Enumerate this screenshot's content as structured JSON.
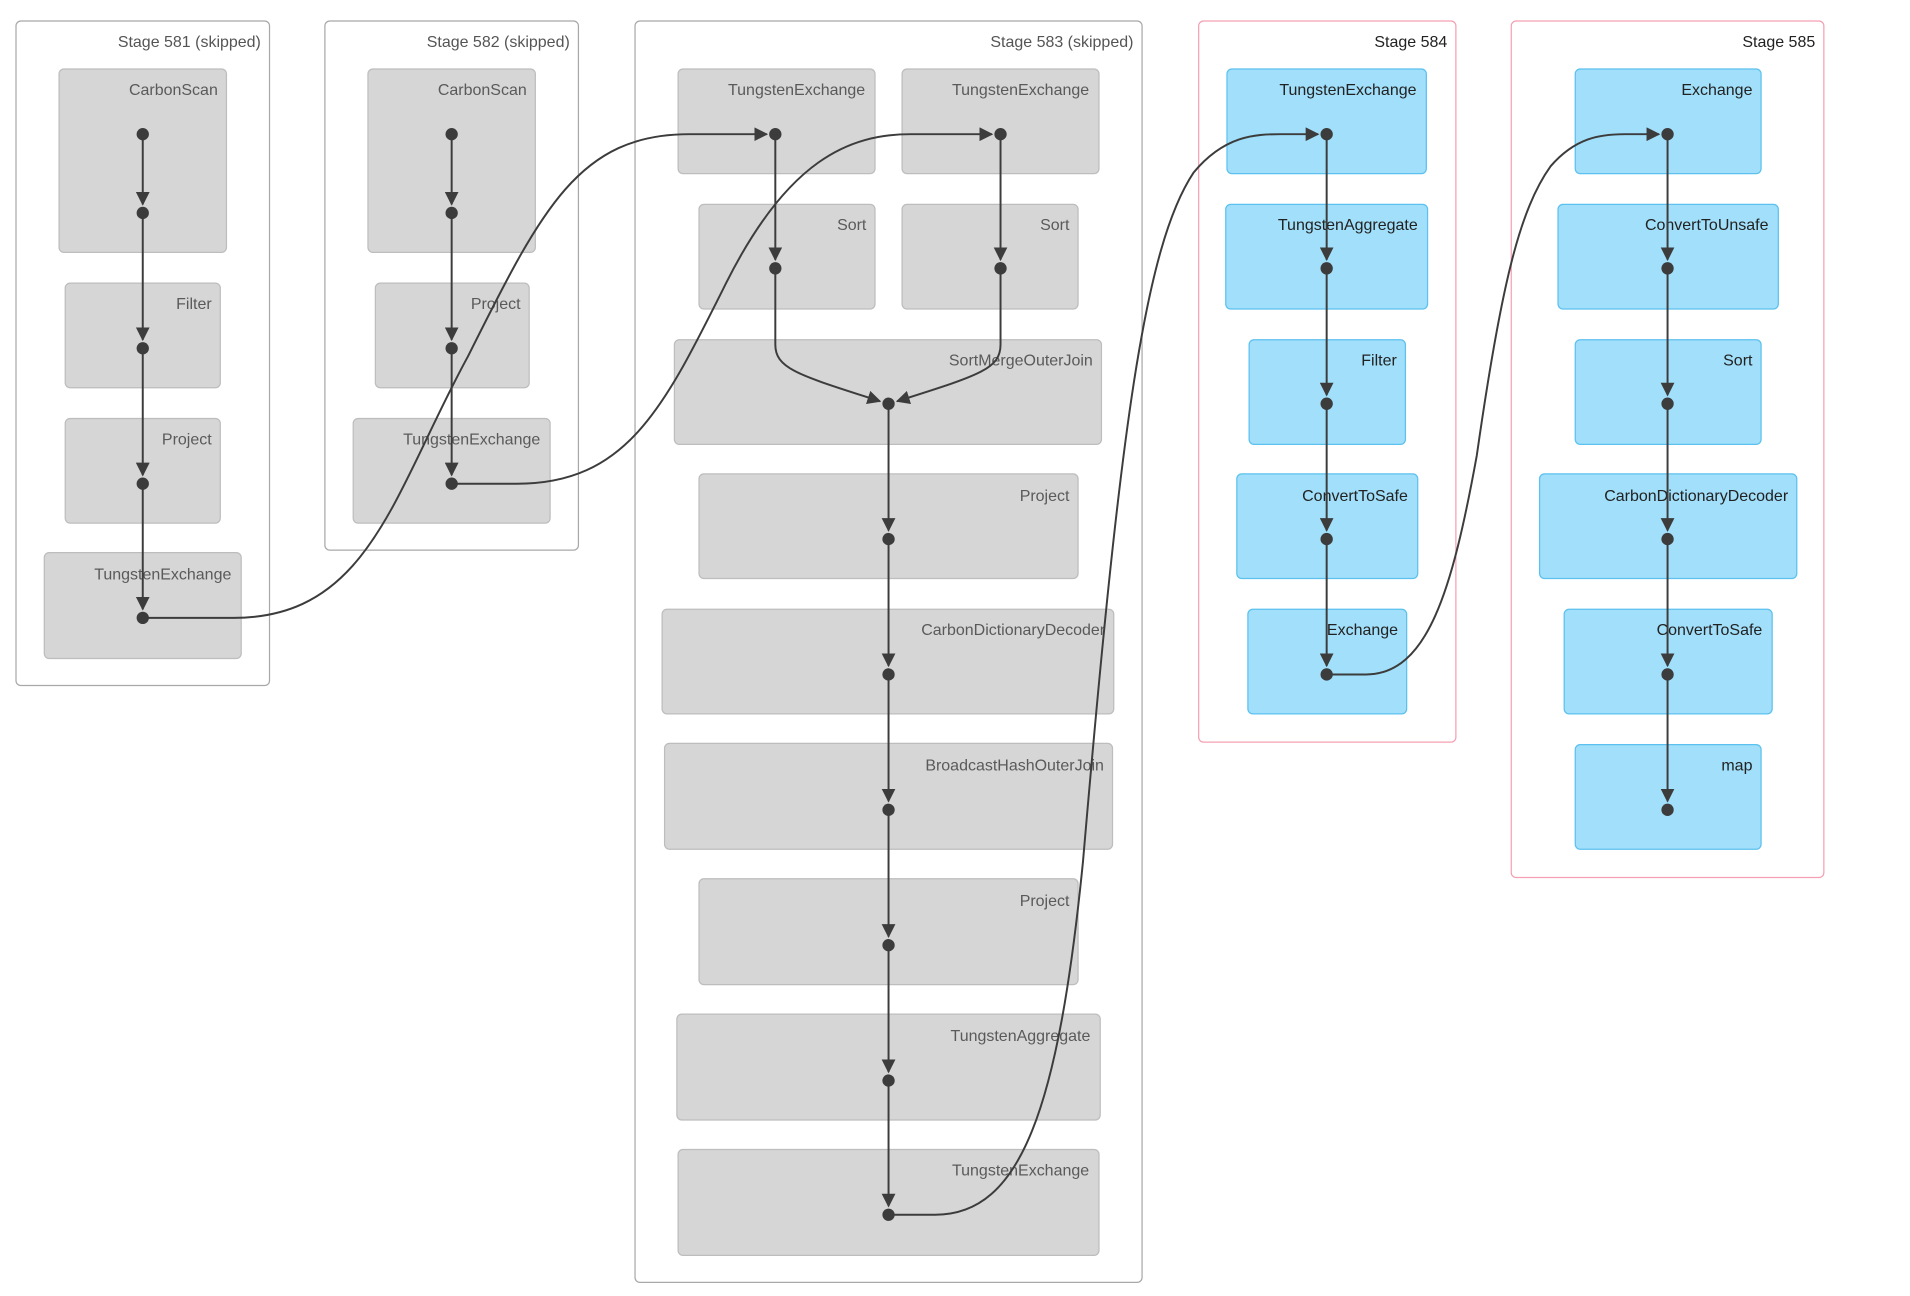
{
  "diagram": {
    "type": "DAG visualization",
    "stages": [
      {
        "id": "581",
        "title": "Stage 581 (skipped)",
        "status": "skipped",
        "nodes": [
          "CarbonScan",
          "Filter",
          "Project",
          "TungstenExchange"
        ]
      },
      {
        "id": "582",
        "title": "Stage 582 (skipped)",
        "status": "skipped",
        "nodes": [
          "CarbonScan",
          "Project",
          "TungstenExchange"
        ]
      },
      {
        "id": "583",
        "title": "Stage 583 (skipped)",
        "status": "skipped",
        "nodes": [
          "TungstenExchange",
          "TungstenExchange",
          "Sort",
          "Sort",
          "SortMergeOuterJoin",
          "Project",
          "CarbonDictionaryDecoder",
          "BroadcastHashOuterJoin",
          "Project",
          "TungstenAggregate",
          "TungstenExchange"
        ]
      },
      {
        "id": "584",
        "title": "Stage 584",
        "status": "active",
        "nodes": [
          "TungstenExchange",
          "TungstenAggregate",
          "Filter",
          "ConvertToSafe",
          "Exchange"
        ]
      },
      {
        "id": "585",
        "title": "Stage 585",
        "status": "active",
        "nodes": [
          "Exchange",
          "ConvertToUnsafe",
          "Sort",
          "CarbonDictionaryDecoder",
          "ConvertToSafe",
          "map"
        ]
      }
    ],
    "edges": [
      {
        "from": "581:CarbonScan",
        "to": "581:CarbonScan"
      },
      {
        "from": "581:CarbonScan",
        "to": "581:Filter"
      },
      {
        "from": "581:Filter",
        "to": "581:Project"
      },
      {
        "from": "581:Project",
        "to": "581:TungstenExchange"
      },
      {
        "from": "582:CarbonScan",
        "to": "582:CarbonScan"
      },
      {
        "from": "582:CarbonScan",
        "to": "582:Project"
      },
      {
        "from": "582:Project",
        "to": "582:TungstenExchange"
      },
      {
        "from": "581:TungstenExchange",
        "to": "583:TungstenExchange#1"
      },
      {
        "from": "582:TungstenExchange",
        "to": "583:TungstenExchange#2"
      },
      {
        "from": "583:TungstenExchange#1",
        "to": "583:Sort#1"
      },
      {
        "from": "583:TungstenExchange#2",
        "to": "583:Sort#2"
      },
      {
        "from": "583:Sort#1",
        "to": "583:SortMergeOuterJoin"
      },
      {
        "from": "583:Sort#2",
        "to": "583:SortMergeOuterJoin"
      },
      {
        "from": "583:SortMergeOuterJoin",
        "to": "583:Project"
      },
      {
        "from": "583:Project",
        "to": "583:CarbonDictionaryDecoder"
      },
      {
        "from": "583:CarbonDictionaryDecoder",
        "to": "583:BroadcastHashOuterJoin"
      },
      {
        "from": "583:BroadcastHashOuterJoin",
        "to": "583:Project#2"
      },
      {
        "from": "583:Project#2",
        "to": "583:TungstenAggregate"
      },
      {
        "from": "583:TungstenAggregate",
        "to": "583:TungstenExchange#3"
      },
      {
        "from": "583:TungstenExchange#3",
        "to": "584:TungstenExchange"
      },
      {
        "from": "584:TungstenExchange",
        "to": "584:TungstenAggregate"
      },
      {
        "from": "584:TungstenAggregate",
        "to": "584:Filter"
      },
      {
        "from": "584:Filter",
        "to": "584:ConvertToSafe"
      },
      {
        "from": "584:ConvertToSafe",
        "to": "584:Exchange"
      },
      {
        "from": "584:Exchange",
        "to": "585:Exchange"
      },
      {
        "from": "585:Exchange",
        "to": "585:ConvertToUnsafe"
      },
      {
        "from": "585:ConvertToUnsafe",
        "to": "585:Sort"
      },
      {
        "from": "585:Sort",
        "to": "585:CarbonDictionaryDecoder"
      },
      {
        "from": "585:CarbonDictionaryDecoder",
        "to": "585:ConvertToSafe"
      },
      {
        "from": "585:ConvertToSafe",
        "to": "585:map"
      }
    ],
    "colors": {
      "skipped_node_fill": "#d6d6d6",
      "active_node_fill": "#a1dffa",
      "active_node_border": "#5cc1ef",
      "active_stage_border": "#f4a0b2",
      "skipped_stage_border": "#a8a8a8",
      "edge": "#3c3c3c"
    }
  }
}
